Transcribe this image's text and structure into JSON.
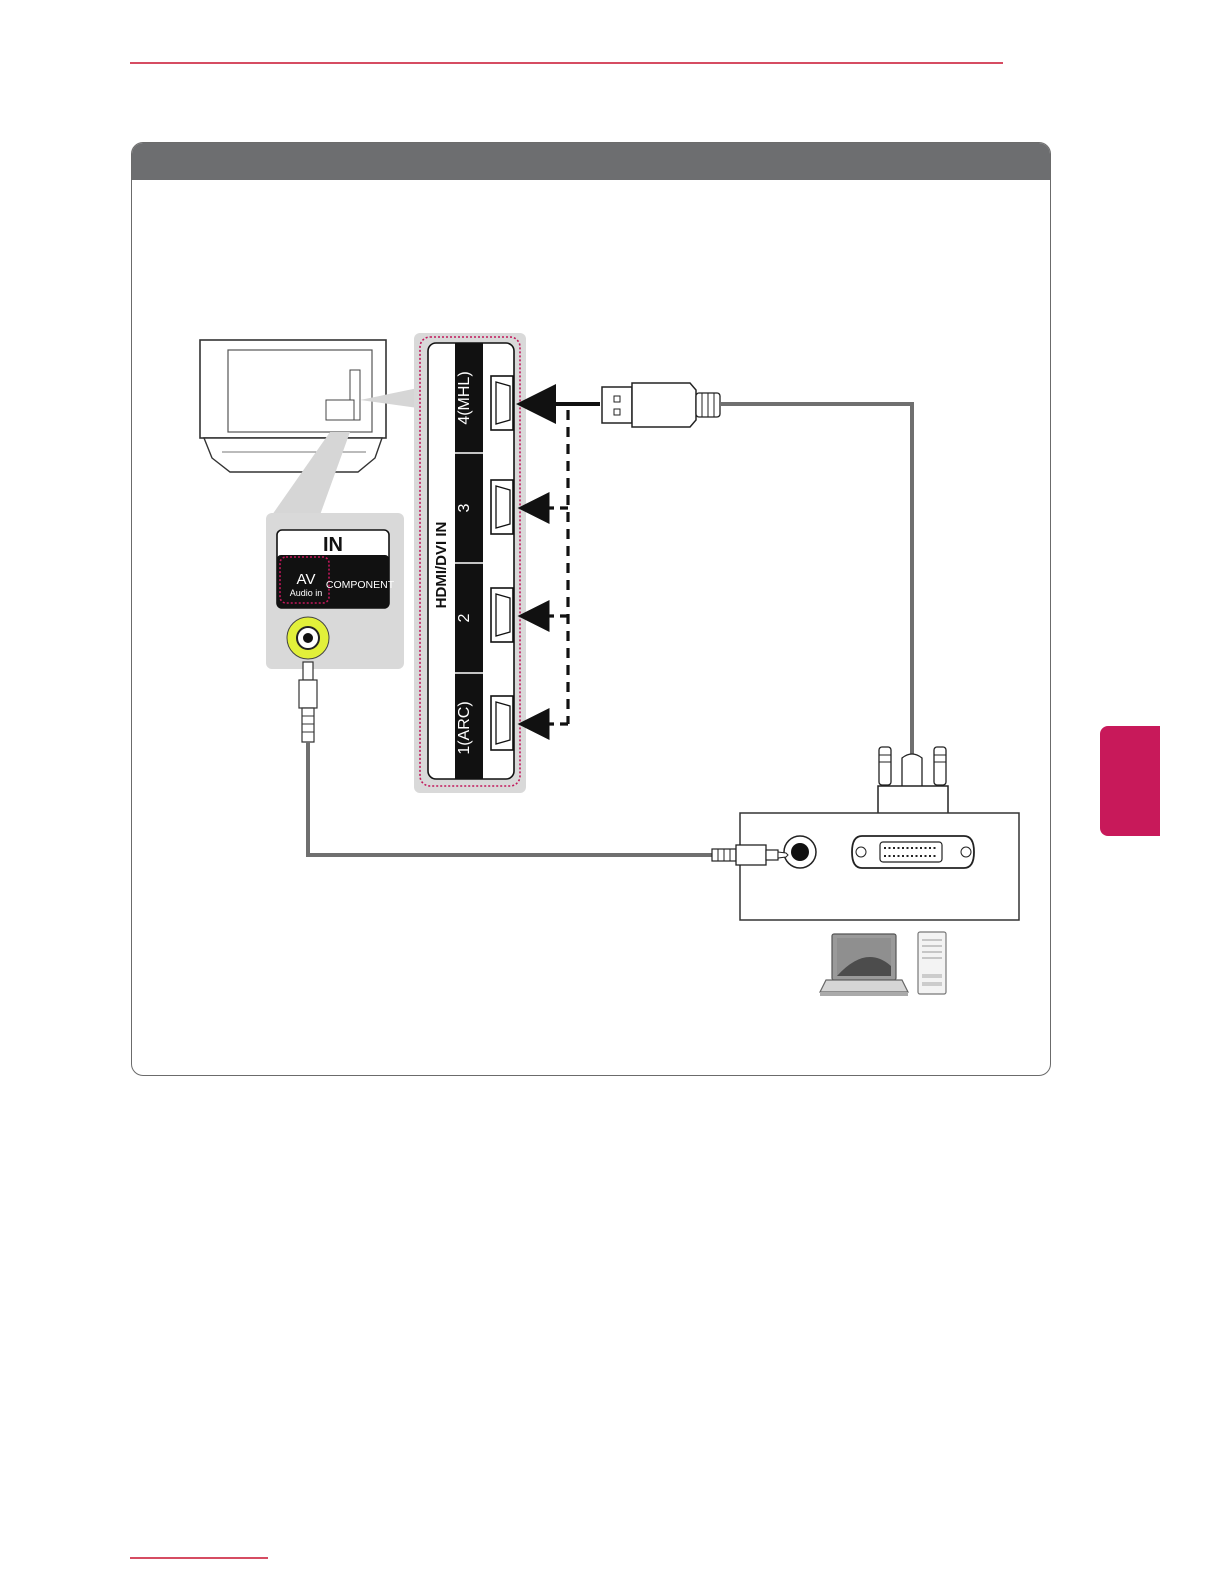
{
  "colors": {
    "accent": "#c8102e",
    "tab": "#c8195a",
    "panel_header": "#6d6e70",
    "cable": "#6f6f6f",
    "jack_yellow": "#e2f03a",
    "dotted_outline": "#c2185b"
  },
  "in_panel": {
    "title": "IN",
    "av_label": "AV",
    "audio_in_label": "Audio in",
    "component_label": "COMPONENT"
  },
  "hdmi_panel": {
    "header": "HDMI/DVI IN",
    "ports": [
      {
        "label": "4(MHL)"
      },
      {
        "label": "3"
      },
      {
        "label": "2"
      },
      {
        "label": "1(ARC)"
      }
    ]
  },
  "icons": [
    "tv-rear-icon",
    "laptop-icon",
    "desktop-tower-icon",
    "dvi-connector-icon",
    "audio-plug-icon",
    "hdmi-plug-icon"
  ]
}
